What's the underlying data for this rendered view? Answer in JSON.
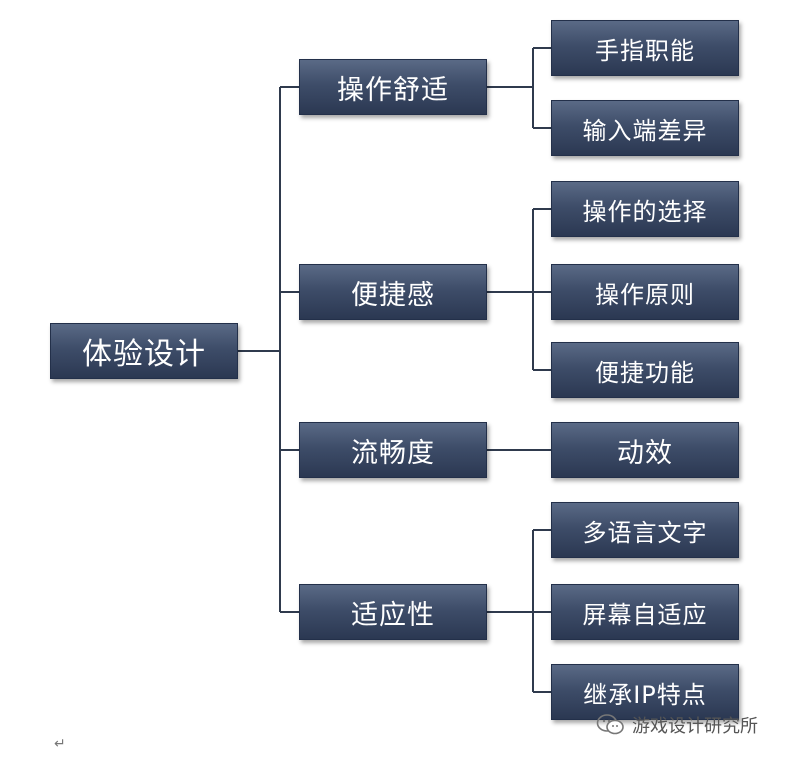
{
  "root": {
    "label": "体验设计"
  },
  "groups": [
    {
      "label": "操作舒适",
      "children": [
        "手指职能",
        "输入端差异"
      ]
    },
    {
      "label": "便捷感",
      "children": [
        "操作的选择",
        "操作原则",
        "便捷功能"
      ]
    },
    {
      "label": "流畅度",
      "children": [
        "动效"
      ]
    },
    {
      "label": "适应性",
      "children": [
        "多语言文字",
        "屏幕自适应",
        "继承IP特点"
      ]
    }
  ],
  "watermark": {
    "text": "游戏设计研究所",
    "icon": "wechat-icon"
  },
  "return_mark": "↵",
  "colors": {
    "node_fill": "#3e4d69",
    "connector": "#2f3a4d",
    "text": "#ffffff"
  }
}
